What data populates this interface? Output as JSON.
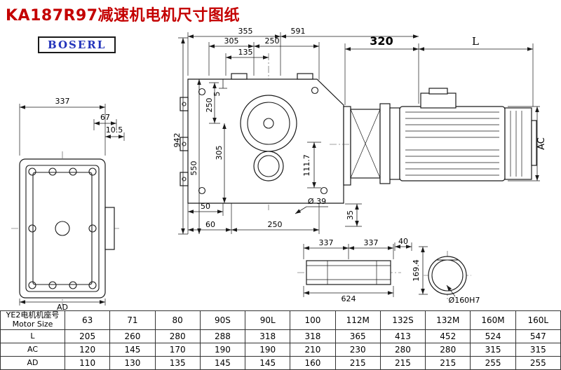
{
  "page": {
    "title": "KA187R97减速机电机尺寸图纸",
    "logo": "BOSERL"
  },
  "dims": {
    "top355": "355",
    "top591": "591",
    "top305": "305",
    "top250": "250",
    "top135": "135",
    "m320": "320",
    "mL": "L",
    "ac": "AC",
    "lv337": "337",
    "lv67": "67",
    "lv105": "10.5",
    "lvAD": "AD",
    "v942": "942",
    "v550": "550",
    "v250": "250",
    "v5": "5",
    "v305": "305",
    "v1117": "111.7",
    "b50": "50",
    "b60": "60",
    "b250": "250",
    "b39": "Ø 39",
    "b35": "35",
    "s337a": "337",
    "s337b": "337",
    "s624": "624",
    "s40": "40",
    "s1694": "169.4",
    "s160": "Ø160H7"
  },
  "table": {
    "header": {
      "line1": "YE2电机机座号",
      "line2": "Motor Size"
    },
    "sizes": [
      "63",
      "71",
      "80",
      "90S",
      "90L",
      "100",
      "112M",
      "132S",
      "132M",
      "160M",
      "160L"
    ],
    "rows": [
      {
        "label": "L",
        "values": [
          "205",
          "260",
          "280",
          "288",
          "318",
          "318",
          "365",
          "413",
          "452",
          "524",
          "547"
        ]
      },
      {
        "label": "AC",
        "values": [
          "120",
          "145",
          "170",
          "190",
          "190",
          "210",
          "230",
          "280",
          "280",
          "315",
          "315"
        ]
      },
      {
        "label": "AD",
        "values": [
          "110",
          "130",
          "135",
          "145",
          "145",
          "160",
          "215",
          "215",
          "215",
          "255",
          "255"
        ]
      }
    ]
  }
}
